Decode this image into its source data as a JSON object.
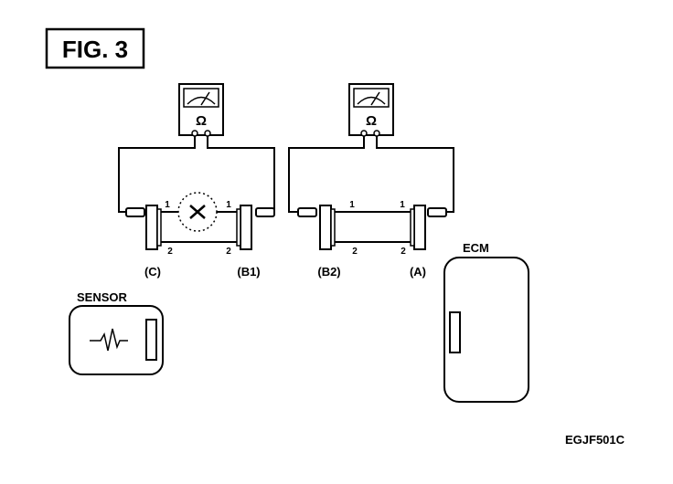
{
  "figure": {
    "title": "FIG. 3"
  },
  "meters": [
    {
      "symbol": "Ω"
    },
    {
      "symbol": "Ω"
    }
  ],
  "pins": {
    "one": "1",
    "two": "2"
  },
  "connectors": {
    "c": "(C)",
    "b1": "(B1)",
    "b2": "(B2)",
    "a": "(A)"
  },
  "components": {
    "sensor": "SENSOR",
    "ecm": "ECM"
  },
  "footer": {
    "code": "EGJF501C"
  }
}
